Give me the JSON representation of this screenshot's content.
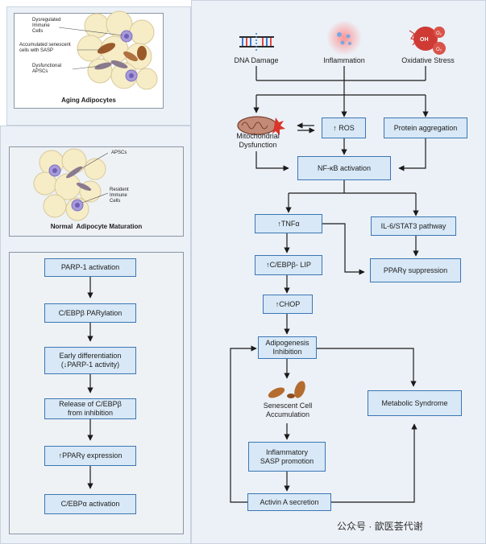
{
  "aging_panel": {
    "title": "Aging Adipocytes",
    "labels": {
      "immune": "Dysregulated\nImmune\nCells",
      "senescent": "Accumulated senescent\ncells with SASP",
      "apscs": "Dysfunctional\nAPSCs"
    }
  },
  "normal_panel": {
    "title": "Normal  Adipocyte Maturation",
    "labels": {
      "apscs": "APSCs",
      "immune": "Resident\nImmune\nCells"
    }
  },
  "maturation_steps": [
    "PARP-1 activation",
    "C/EBPβ PARylation",
    "Early differentiation\n(↓PARP-1 activity)",
    "Release of C/EBPβ\nfrom inhibition",
    "↑PPARγ expression",
    "C/EBPα activation"
  ],
  "stressors": {
    "dna": "DNA Damage",
    "inflammation": "Inflammation",
    "oxidative": "Oxidative Stress"
  },
  "mechanism": {
    "mito": "Mitochondrial\nDysfunction",
    "ros": "↑ ROS",
    "protein_agg": "Protein aggregation",
    "nfkb": "NF-κB activation",
    "tnfa": "↑TNFα",
    "il6": "IL-6/STAT3 pathway",
    "cebpb_lip": "↑C/EBPβ- LIP",
    "pparg_supp": "PPARγ suppression",
    "chop": "↑CHOP",
    "adipo_inhib": "Adipogenesis\nInhibition",
    "senescent": "Senescent Cell\nAccumulation",
    "metabolic": "Metabolic Syndrome",
    "sasp": "Inflammatory\nSASP promotion",
    "activin": "Activin A secretion"
  },
  "icon_text": {
    "oh": "OH",
    "o2a": "O₂",
    "o2b": "O₂"
  },
  "watermark": "公众号 · 歆医荟代谢",
  "colors": {
    "node_fill": "#d8e8f6",
    "node_border": "#3b76b5",
    "panel_bg": "#ecf1f7",
    "arrow": "#1a1a1a"
  }
}
